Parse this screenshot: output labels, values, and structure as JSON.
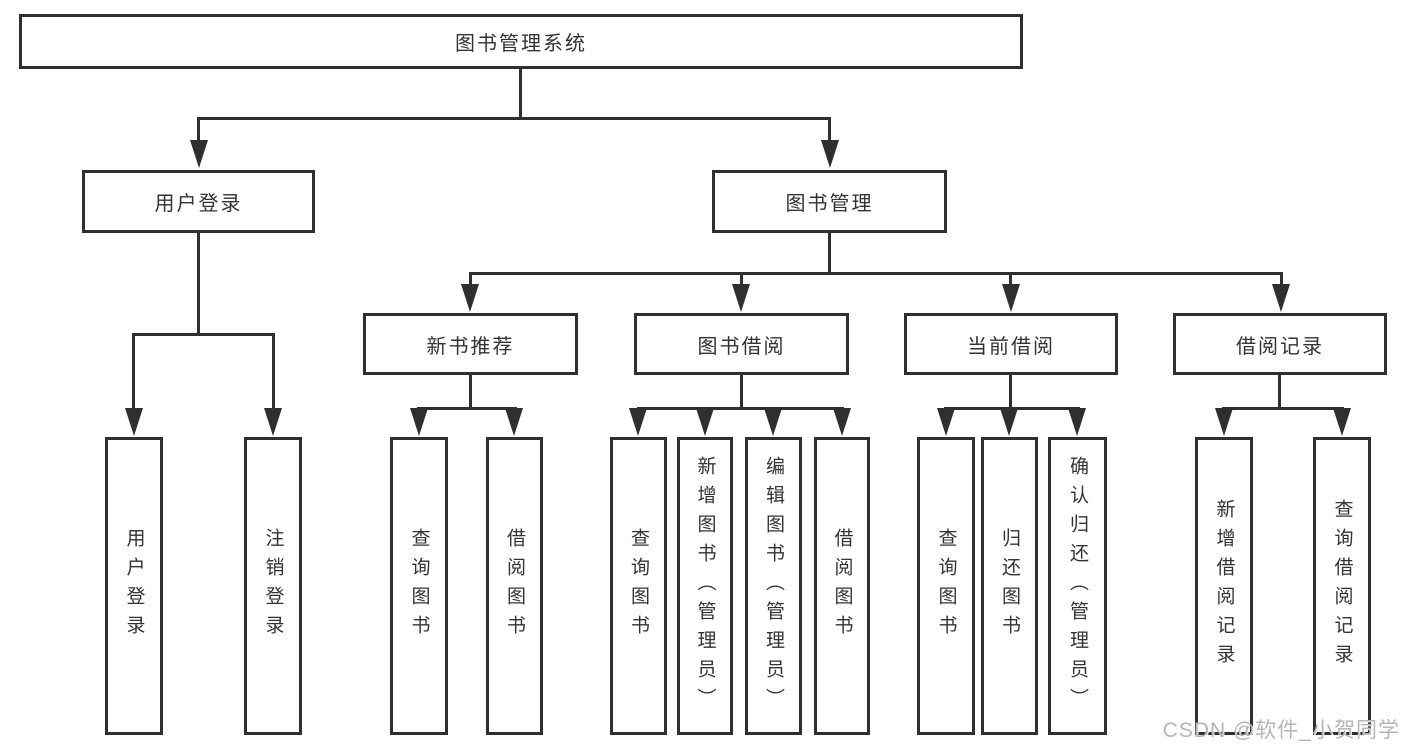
{
  "diagram": {
    "root_label": "图书管理系统",
    "level2": {
      "user_login": "用户登录",
      "book_management": "图书管理"
    },
    "level3": {
      "new_book_recommend": "新书推荐",
      "book_borrow": "图书借阅",
      "current_borrow": "当前借阅",
      "borrow_record": "借阅记录"
    },
    "leaves": {
      "user_login": [
        "用户登录",
        "注销登录"
      ],
      "new_book_recommend": [
        "查询图书",
        "借阅图书"
      ],
      "book_borrow": [
        "查询图书",
        "新增图书（管理员）",
        "编辑图书（管理员）",
        "借阅图书"
      ],
      "current_borrow": [
        "查询图书",
        "归还图书",
        "确认归还（管理员）"
      ],
      "borrow_record": [
        "新增借阅记录",
        "查询借阅记录"
      ]
    },
    "watermark": "CSDN @软件_小贺同学",
    "colors": {
      "line": "#2f2f2f",
      "text": "#333333",
      "box_background": "#ffffff",
      "watermark": "#b5b5b5"
    }
  }
}
